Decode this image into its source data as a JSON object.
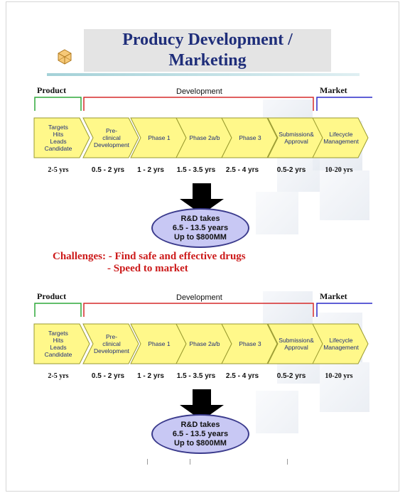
{
  "title": {
    "line1": "Producy Development /",
    "line2": "Marketing"
  },
  "colors": {
    "title": "#1f2e7a",
    "product_bracket": "#2fa83a",
    "development_bracket": "#d62a2a",
    "market_bracket": "#2a2ac8",
    "chevron_fill": "#fff88a",
    "chevron_stroke": "#9a9a30",
    "oval_fill": "#c8c8f4",
    "challenge_text": "#cc1a1a"
  },
  "diagrams": [
    {
      "labels": {
        "product": "Product",
        "development": "Development",
        "market": "Market"
      },
      "phases": [
        {
          "name": "Targets\nHits\nLeads\nCandidate",
          "duration": "2-5 yrs"
        },
        {
          "name": "Pre-\nclinical\nDevelopment",
          "duration": "0.5 - 2 yrs"
        },
        {
          "name": "Phase 1",
          "duration": "1 - 2 yrs"
        },
        {
          "name": "Phase 2a/b",
          "duration": "1.5 - 3.5 yrs"
        },
        {
          "name": "Phase 3",
          "duration": "2.5 - 4 yrs"
        },
        {
          "name": "Submission&\nApproval",
          "duration": "0.5-2 yrs"
        },
        {
          "name": "Lifecycle\nManagement",
          "duration": "10-20 yrs"
        }
      ],
      "summary": [
        "R&D takes",
        "6.5 - 13.5 years",
        "Up to $800MM"
      ]
    },
    {
      "labels": {
        "product": "Product",
        "development": "Development",
        "market": "Market"
      },
      "phases": [
        {
          "name": "Targets\nHits\nLeads\nCandidate",
          "duration": "2-5 yrs"
        },
        {
          "name": "Pre-\nclinical\nDevelopment",
          "duration": "0.5 - 2 yrs"
        },
        {
          "name": "Phase 1",
          "duration": "1 - 2 yrs"
        },
        {
          "name": "Phase 2a/b",
          "duration": "1.5 - 3.5 yrs"
        },
        {
          "name": "Phase 3",
          "duration": "2.5 - 4 yrs"
        },
        {
          "name": "Submission&\nApproval",
          "duration": "0.5-2 yrs"
        },
        {
          "name": "Lifecycle\nManagement",
          "duration": "10-20 yrs"
        }
      ],
      "summary": [
        "R&D takes",
        "6.5 - 13.5 years",
        "Up to $800MM"
      ]
    }
  ],
  "challenges": {
    "line1": "Challenges: - Find safe and effective drugs",
    "line2": "- Speed to market"
  }
}
